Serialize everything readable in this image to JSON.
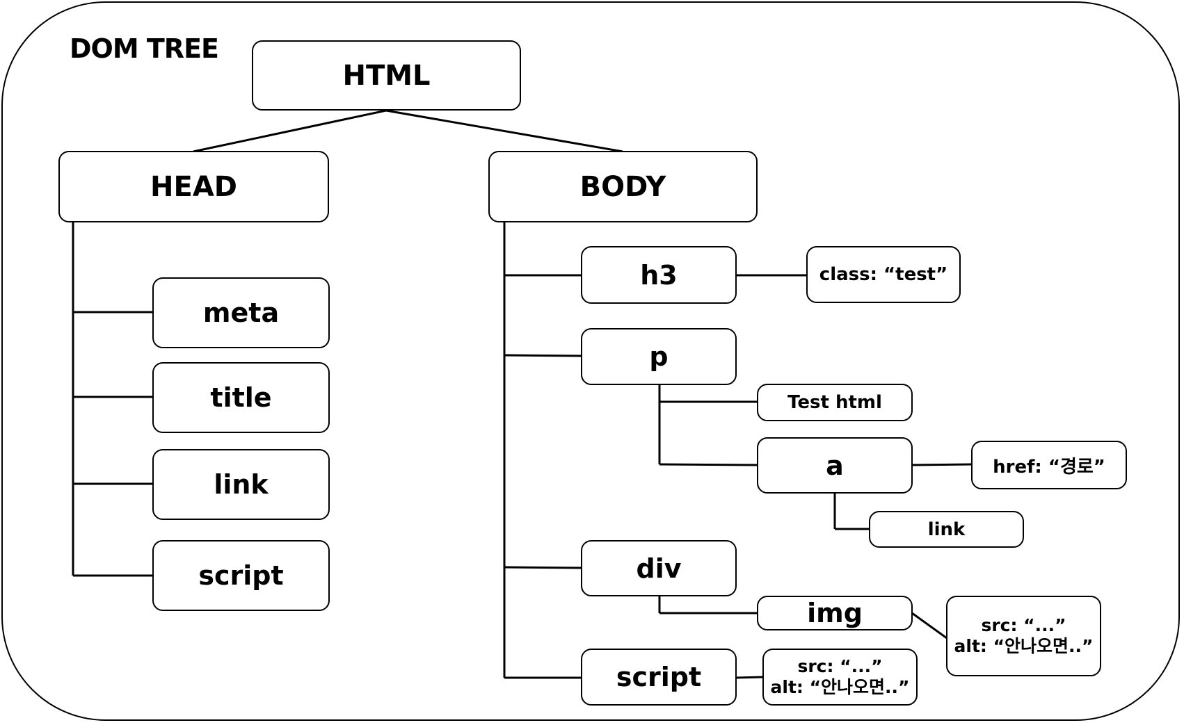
{
  "diagram": {
    "title": "DOM TREE",
    "root": "HTML",
    "head": {
      "label": "HEAD",
      "children": [
        "meta",
        "title",
        "link",
        "script"
      ]
    },
    "body": {
      "label": "BODY",
      "h3": {
        "label": "h3",
        "attr": "class: “test”"
      },
      "p": {
        "label": "p",
        "text": "Test html",
        "a": {
          "label": "a",
          "attr": "href: “경로”",
          "text": "link"
        }
      },
      "div": {
        "label": "div",
        "img": {
          "label": "img",
          "attr_src": "src: “...”",
          "attr_alt": "alt: “안나오면..”"
        }
      },
      "script": {
        "label": "script",
        "attr_src": "src: “...”",
        "attr_alt": "alt: “안나오면..”"
      }
    }
  }
}
